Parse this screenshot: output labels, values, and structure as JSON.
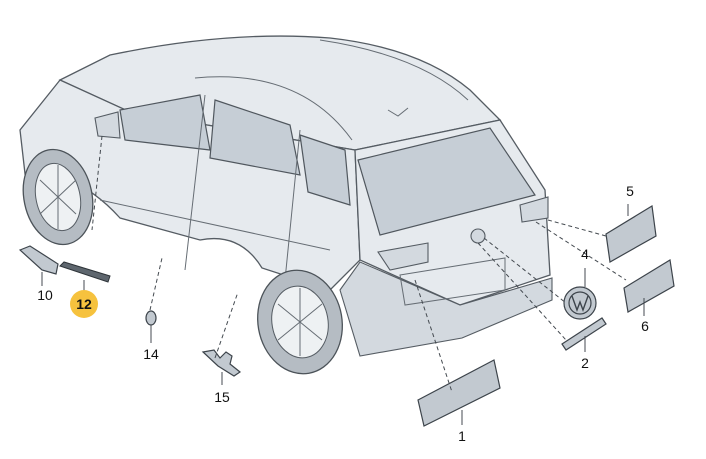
{
  "callouts": {
    "c1": "1",
    "c2": "2",
    "c4": "4",
    "c5": "5",
    "c6": "6",
    "c10": "10",
    "c12": "12",
    "c14": "14",
    "c15": "15"
  },
  "highlight_color": "#f6c23e"
}
